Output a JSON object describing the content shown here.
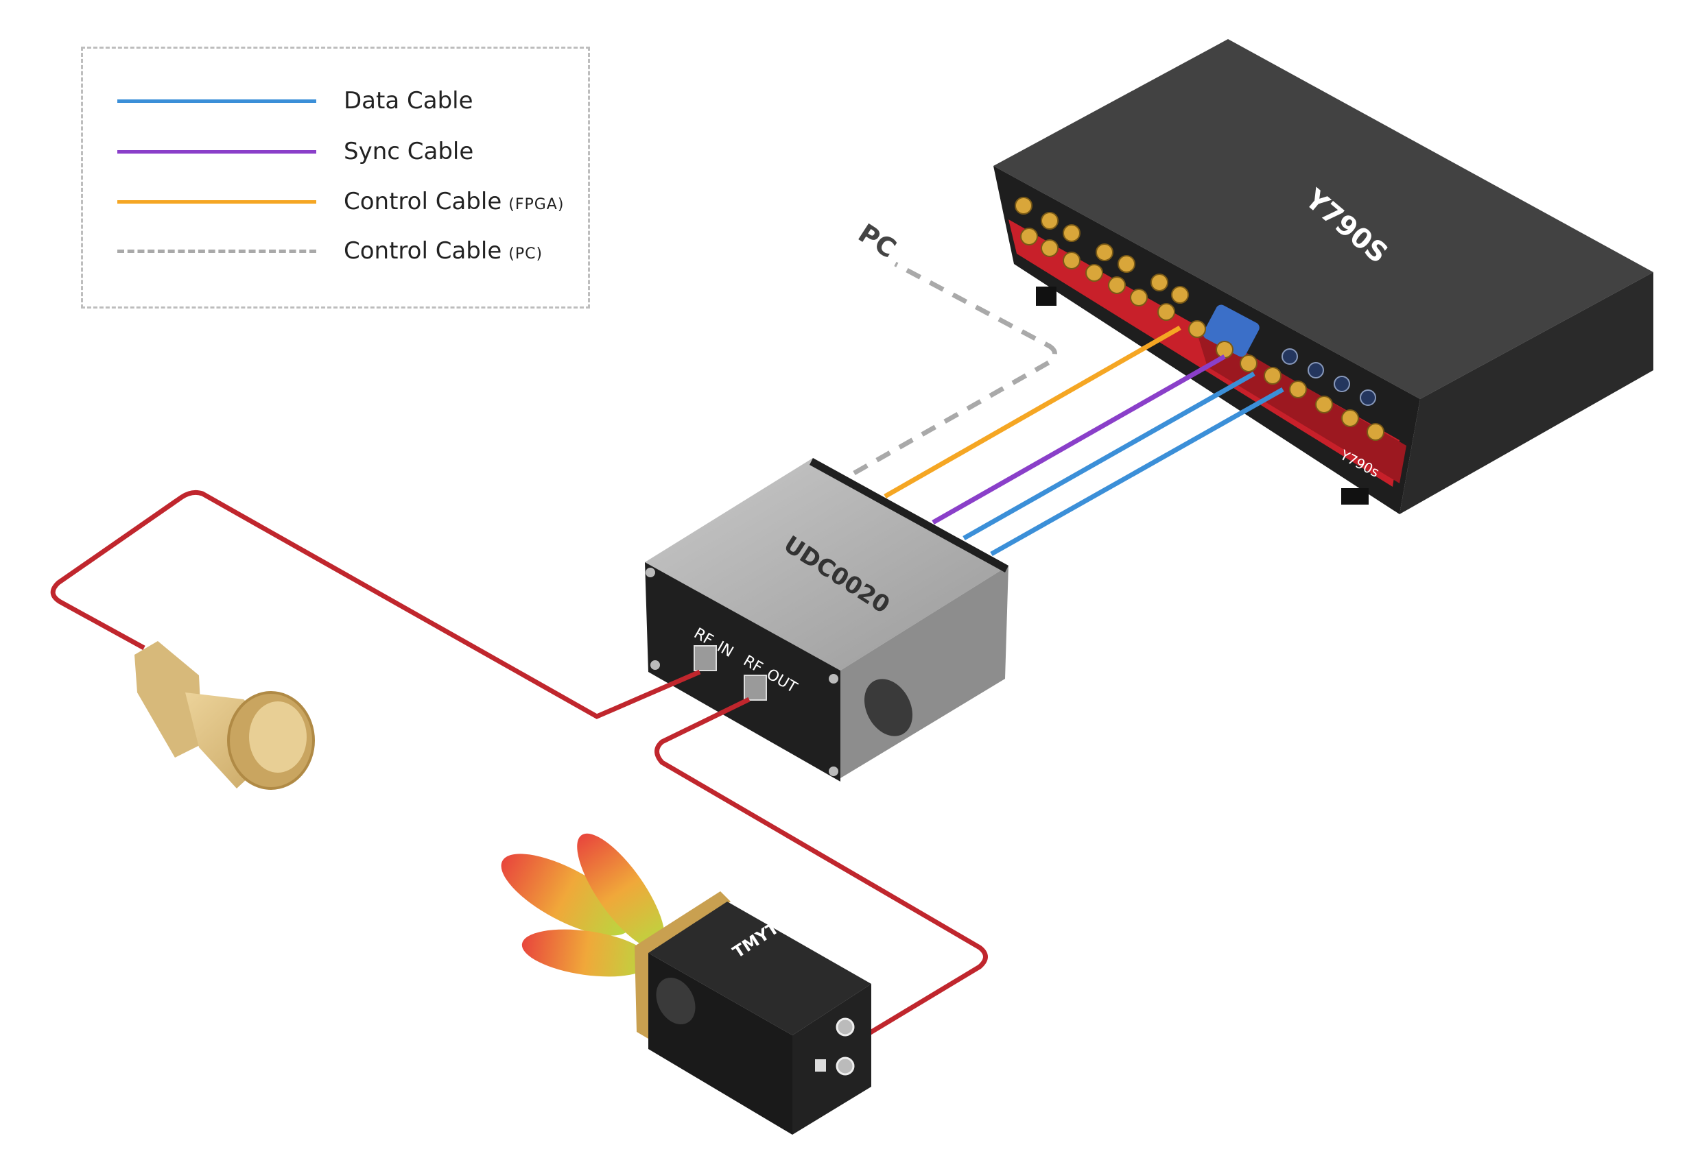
{
  "legend": {
    "items": [
      {
        "label": "Data Cable",
        "sub": "",
        "color": "#3b8fd8",
        "style": "solid"
      },
      {
        "label": "Sync Cable",
        "sub": "",
        "color": "#8a3fc9",
        "style": "solid"
      },
      {
        "label": "Control Cable",
        "sub": "(FPGA)",
        "color": "#f5a623",
        "style": "solid"
      },
      {
        "label": "Control Cable",
        "sub": "(PC)",
        "color": "#a9a9a9",
        "style": "dashed"
      }
    ]
  },
  "devices": {
    "y790s": {
      "label": "Y790S",
      "front_label": "Y790s"
    },
    "udc": {
      "label": "UDC0020",
      "port_in": "RF_IN",
      "port_out": "RF_OUT"
    },
    "tmytek": {
      "label": "TMYTEK"
    },
    "pc": {
      "label": "PC"
    }
  },
  "colors": {
    "rf_cable": "#c0262d",
    "data_cable": "#3b8fd8",
    "sync_cable": "#8a3fc9",
    "fpga_cable": "#f5a623",
    "pc_cable": "#a9a9a9",
    "accent_red": "#d11f2a"
  }
}
